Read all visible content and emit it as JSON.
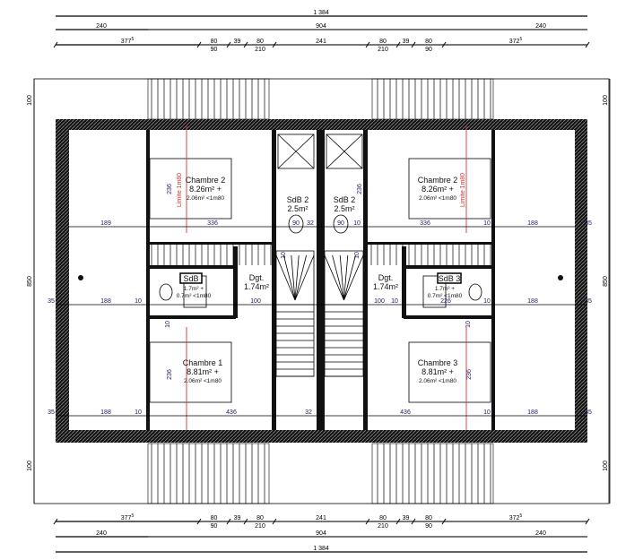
{
  "dimensions": {
    "top_total": "1 384",
    "top_row2": [
      "240",
      "904",
      "240"
    ],
    "top_row3": [
      {
        "top": "377",
        "sup": "5"
      },
      {
        "top": "80",
        "bottom": "90"
      },
      {
        "top": "39"
      },
      {
        "top": "80",
        "bottom": "210"
      },
      {
        "top": "241"
      },
      {
        "top": "80",
        "bottom": "210"
      },
      {
        "top": "39"
      },
      {
        "top": "80",
        "bottom": "90"
      },
      {
        "top": "372",
        "sup": "5"
      }
    ],
    "bottom_total": "1 384",
    "bottom_row2": [
      "240",
      "904",
      "240"
    ],
    "side": [
      "100",
      "850",
      "100"
    ],
    "row_250": [
      "189",
      "336",
      "32",
      "90",
      "90",
      "10",
      "336",
      "10",
      "188",
      "35"
    ],
    "row_338": [
      "35",
      "188",
      "10",
      "100",
      "100",
      "10",
      "226",
      "10",
      "188",
      "35"
    ],
    "row_462": [
      "35",
      "188",
      "10",
      "436",
      "32",
      "436",
      "10",
      "188",
      "35"
    ],
    "vertical_labels": [
      "236",
      "236",
      "236",
      "236",
      "10",
      "10",
      "10",
      "10"
    ]
  },
  "rooms": {
    "chambre2_left": {
      "name": "Chambre 2",
      "area": "8.26m² +",
      "low": "2.06m² <1m80",
      "limit": "Limite 1m80"
    },
    "chambre2_right": {
      "name": "Chambre 2",
      "area": "8.26m² +",
      "low": "2.06m² <1m80",
      "limit": "Limite 1m80"
    },
    "sdb2_left": {
      "name": "SdB 2",
      "area": "2.5m²"
    },
    "sdb2_right": {
      "name": "SdB 2",
      "area": "2.5m²"
    },
    "dgt_left": {
      "name": "Dgt.",
      "area": "1.74m²"
    },
    "dgt_right": {
      "name": "Dgt.",
      "area": "1.74m²"
    },
    "sdb_left": {
      "name": "SdB",
      "area": "1.7m² +",
      "low": "0.7m² <1m80"
    },
    "sdb3_right": {
      "name": "SdB 3",
      "area": "1.7m² +",
      "low": "0.7m² <1m80"
    },
    "chambre1": {
      "name": "Chambre 1",
      "area": "8.81m² +",
      "low": "2.06m² <1m80"
    },
    "chambre3": {
      "name": "Chambre 3",
      "area": "8.81m² +",
      "low": "2.06m² <1m80"
    }
  },
  "colors": {
    "limit_line": "#e03030",
    "walls": "#111111",
    "dim_grey": "#777777"
  }
}
